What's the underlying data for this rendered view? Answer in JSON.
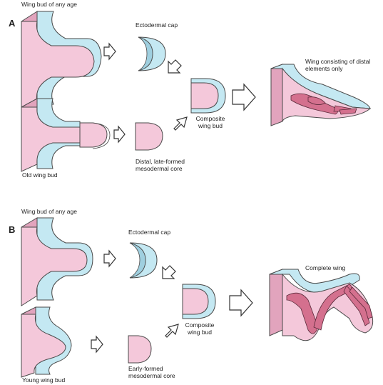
{
  "panels": {
    "a": {
      "letter": "A",
      "top_label": "Wing bud of any age",
      "ectodermal_cap": "Ectodermal cap",
      "old_bud": "Old wing bud",
      "mesodermal_core": "Distal, late-formed mesodermal core",
      "composite": "Composite wing bud",
      "result": "Wing consisting of distal elements only"
    },
    "b": {
      "letter": "B",
      "top_label": "Wing bud of any age",
      "ectodermal_cap": "Ectodermal cap",
      "young_bud": "Young wing bud",
      "mesodermal_core": "Early-formed mesodermal core",
      "composite": "Composite wing bud",
      "result": "Complete wing"
    }
  },
  "colors": {
    "mesoderm": "#f4c8da",
    "ectoderm": "#c4e8f2",
    "skeleton": "#d4708e"
  }
}
